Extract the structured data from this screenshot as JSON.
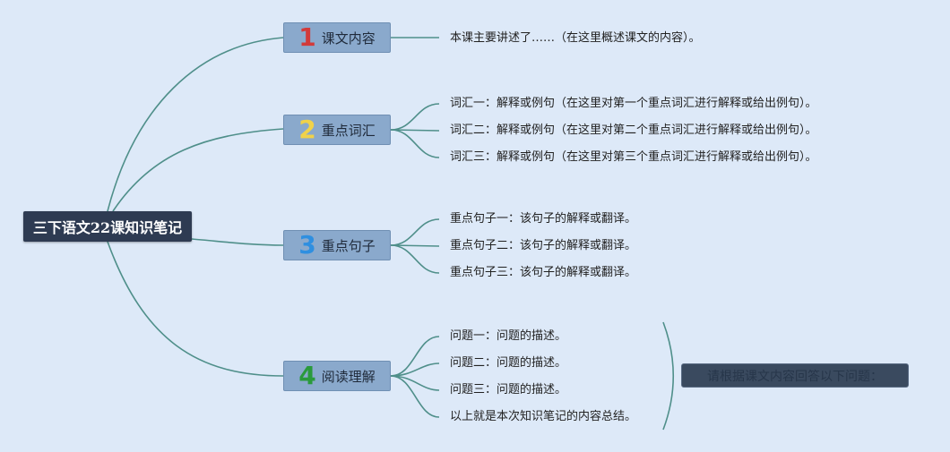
{
  "root": {
    "title": "三下语文22课知识笔记"
  },
  "branches": [
    {
      "num": "1",
      "label": "课文内容",
      "color": "#d23a3a",
      "items": [
        "本课主要讲述了……（在这里概述课文的内容）。"
      ]
    },
    {
      "num": "2",
      "label": "重点词汇",
      "color": "#f0d24a",
      "items": [
        "词汇一：解释或例句（在这里对第一个重点词汇进行解释或给出例句）。",
        "词汇二：解释或例句（在这里对第二个重点词汇进行解释或给出例句）。",
        "词汇三：解释或例句（在这里对第三个重点词汇进行解释或给出例句）。"
      ]
    },
    {
      "num": "3",
      "label": "重点句子",
      "color": "#2f8fe0",
      "items": [
        "重点句子一：该句子的解释或翻译。",
        "重点句子二：该句子的解释或翻译。",
        "重点句子三：该句子的解释或翻译。"
      ]
    },
    {
      "num": "4",
      "label": "阅读理解",
      "color": "#2a9a3c",
      "items": [
        "问题一：问题的描述。",
        "问题二：问题的描述。",
        "问题三：问题的描述。",
        "以上就是本次知识笔记的内容总结。"
      ]
    }
  ],
  "note": {
    "text": "请根据课文内容回答以下问题："
  },
  "colors": {
    "connector": "#4f8f8a",
    "root_bg": "#2e3b52",
    "branch_bg": "#8aa9cc",
    "background": "#dde9f8"
  }
}
